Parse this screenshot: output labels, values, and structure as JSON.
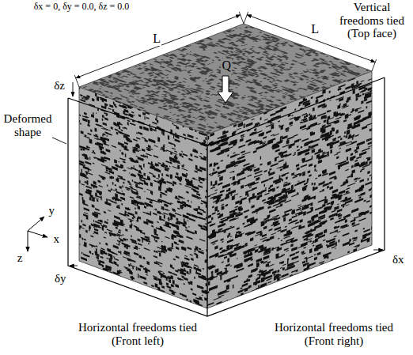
{
  "diagram": {
    "labels": [
      "δx = 0, δy = 0.0, δz = 0.0",
      "L",
      "L",
      "Vertical freedoms tied (Top face)",
      "Q",
      "δz",
      "Deformed shape",
      "y",
      "x",
      "z",
      "δy",
      "δx",
      "Horizontal freedoms tied (Front left)",
      "Horizontal freedoms tied (Front right)"
    ]
  }
}
